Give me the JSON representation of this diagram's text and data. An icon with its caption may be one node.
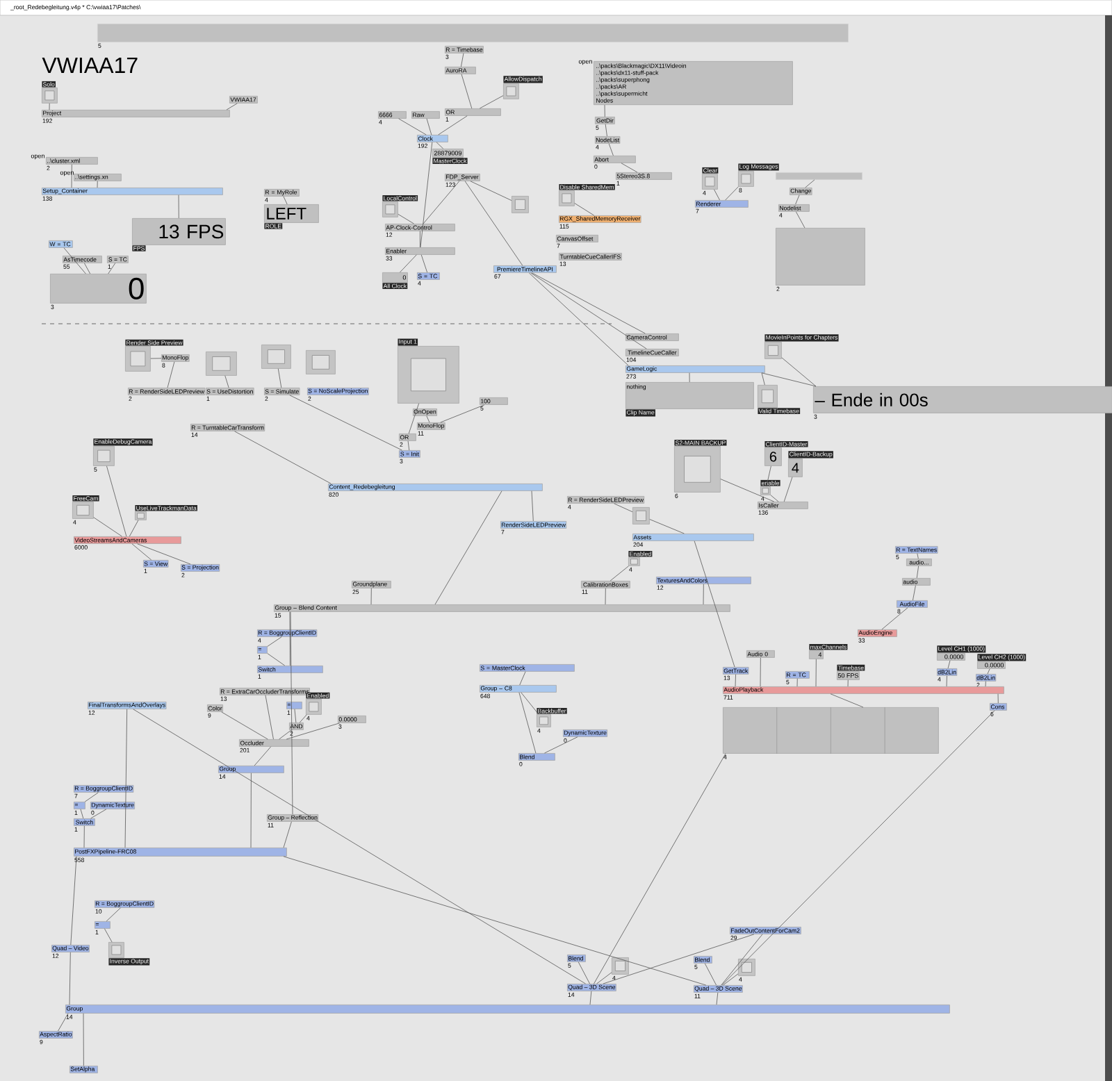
{
  "diagram": {
    "title": "_root_Redebegleitung.v4p * C:\\vwiaa17\\Patches\\",
    "nodes": [
      {
        "text": [
          "Solo"
        ]
      },
      {
        "text": [
          "Project"
        ],
        "beside": [
          "192"
        ]
      },
      {
        "text": [
          "VWIAA17"
        ]
      },
      {
        "text": [
          "..\\cluster.xml"
        ],
        "beside": [
          "2"
        ]
      },
      {
        "text": [
          "..\\settings.xn"
        ]
      },
      {
        "text": [
          "Setup_Container"
        ],
        "beside": [
          "138"
        ]
      },
      {
        "text": [
          "13 FPS",
          "FPS"
        ]
      },
      {
        "text": [
          "W = TC"
        ]
      },
      {
        "text": [
          "AsTimecode"
        ],
        "beside": [
          "55"
        ]
      },
      {
        "text": [
          "S = TC"
        ],
        "beside": [
          "1"
        ]
      },
      {
        "text": [
          "0"
        ],
        "beside": [
          "3"
        ]
      },
      {
        "text": [
          "R = MyRole"
        ],
        "beside": [
          "4"
        ]
      },
      {
        "text": [
          "LEFT",
          "ROLE"
        ]
      },
      {
        "text": [
          "R = Timebase"
        ],
        "beside": [
          "3"
        ]
      },
      {
        "text": [
          "AuroRA"
        ]
      },
      {
        "text": [
          "AllowDispatch"
        ]
      },
      {
        "text": [
          "6666"
        ],
        "beside": [
          "4"
        ]
      },
      {
        "text": [
          "Raw"
        ]
      },
      {
        "text": [
          "OR"
        ],
        "beside": [
          "1"
        ]
      },
      {
        "text": [
          "Clock"
        ],
        "beside": [
          "192"
        ]
      },
      {
        "text": [
          "28879009",
          "MasterClock"
        ]
      },
      {
        "text": [
          "FDP_Server"
        ],
        "beside": [
          "123"
        ]
      },
      {
        "text": [
          "LocalControl"
        ]
      },
      {
        "text": [
          "AP-Clock-Control"
        ],
        "beside": [
          "12"
        ]
      },
      {
        "text": [
          "Enabler"
        ],
        "beside": [
          "33"
        ]
      },
      {
        "text": [
          "0",
          "All Clock"
        ]
      },
      {
        "text": [
          "S = TC"
        ],
        "beside": [
          "4"
        ]
      },
      {
        "text": [],
        "shape": "box"
      },
      {
        "text": [
          "PremiereTimelineAPI"
        ],
        "beside": [
          "67"
        ]
      },
      {
        "text": [
          "..\\packs\\Blackmagic\\DX11\\Videoin",
          "..\\packs\\dx11-stuff-pack",
          "..\\packs\\superphong",
          "..\\packs\\AR",
          "..\\packs\\supermicht",
          "Nodes"
        ]
      },
      {
        "text": [
          "GetDir"
        ],
        "beside": [
          "5"
        ]
      },
      {
        "text": [
          "NodeList"
        ],
        "beside": [
          "4"
        ]
      },
      {
        "text": [
          "Abort"
        ],
        "beside": [
          "0"
        ]
      },
      {
        "text": [
          "5Stereo3S.8"
        ],
        "beside": [
          "1"
        ]
      },
      {
        "text": [
          "Disable SharedMem"
        ]
      },
      {
        "text": [
          "RGX_SharedMemoryReceiver"
        ],
        "beside": [
          "115"
        ]
      },
      {
        "text": [
          "CanvasOffset"
        ],
        "beside": [
          "7"
        ]
      },
      {
        "text": [
          "TurntableCueCallerIFS"
        ],
        "beside": [
          "13"
        ]
      },
      {
        "text": [
          "Clear"
        ],
        "beside": [
          "4"
        ]
      },
      {
        "text": [
          "Log Messages"
        ],
        "beside": [
          "8"
        ]
      },
      {
        "text": [
          "Renderer"
        ],
        "beside": [
          "7"
        ]
      },
      {
        "text": [],
        "shape": "bar"
      },
      {
        "text": [
          "Change"
        ]
      },
      {
        "text": [
          "Nodelist"
        ],
        "beside": [
          "4"
        ]
      },
      {
        "text": [],
        "shape": "box",
        "beside": [
          "2"
        ]
      },
      {
        "text": [
          "Render Side Preview"
        ]
      },
      {
        "text": [
          "MonoFlop"
        ],
        "beside": [
          "8"
        ]
      },
      {
        "text": [
          "R = RenderSideLEDPreview"
        ],
        "beside": [
          "2"
        ]
      },
      {
        "text": [],
        "shape": "box"
      },
      {
        "text": [
          "S = UseDistortion"
        ],
        "beside": [
          "1"
        ]
      },
      {
        "text": [],
        "shape": "box"
      },
      {
        "text": [
          "S = Simulate"
        ],
        "beside": [
          "2"
        ]
      },
      {
        "text": [],
        "shape": "box"
      },
      {
        "text": [
          "S = NoScaleProjection"
        ],
        "beside": [
          "2"
        ]
      },
      {
        "text": [
          "Input 1"
        ]
      },
      {
        "text": [
          "OnOpen"
        ]
      },
      {
        "text": [
          "MonoFlop"
        ],
        "beside": [
          "11"
        ]
      },
      {
        "text": [
          "100"
        ],
        "beside": [
          "5"
        ]
      },
      {
        "text": [
          "OR"
        ],
        "beside": [
          "2"
        ]
      },
      {
        "text": [
          "S = Init"
        ],
        "beside": [
          "3"
        ]
      },
      {
        "text": [
          "R = TurntableCarTransform"
        ],
        "beside": [
          "14"
        ]
      },
      {
        "text": [
          "EnableDebugCamera"
        ],
        "beside": [
          "5"
        ]
      },
      {
        "text": [
          "FreeCam"
        ],
        "beside": [
          "4"
        ]
      },
      {
        "text": [
          "UseLiveTrackmanData"
        ]
      },
      {
        "text": [
          "Content_Redebegleitung"
        ],
        "beside": [
          "820"
        ]
      },
      {
        "text": [
          "VideoStreamsAndCameras"
        ],
        "beside": [
          "6000"
        ]
      },
      {
        "text": [
          "S = View"
        ],
        "beside": [
          "1"
        ]
      },
      {
        "text": [
          "S = Projection"
        ],
        "beside": [
          "2"
        ]
      },
      {
        "text": [
          "RenderSideLEDPreview"
        ],
        "beside": [
          "7"
        ]
      },
      {
        "text": [
          "R = RenderSideLEDPreview"
        ],
        "beside": [
          "4"
        ]
      },
      {
        "text": [],
        "shape": "box"
      },
      {
        "text": [
          "Assets"
        ],
        "beside": [
          "204"
        ]
      },
      {
        "text": [
          "Enabled"
        ],
        "beside": [
          "4"
        ]
      },
      {
        "text": [
          "CalibrationBoxes"
        ],
        "beside": [
          "11"
        ]
      },
      {
        "text": [
          "TexturesAndColors"
        ],
        "beside": [
          "12"
        ]
      },
      {
        "text": [
          "Groundplane"
        ],
        "beside": [
          "25"
        ]
      },
      {
        "text": [
          "Group – Blend Content"
        ],
        "beside": [
          "15"
        ]
      },
      {
        "text": [
          "CameraControl"
        ]
      },
      {
        "text": [
          "TimelineCueCaller"
        ],
        "beside": [
          "104"
        ]
      },
      {
        "text": [
          "GameLogic"
        ],
        "beside": [
          "273"
        ]
      },
      {
        "text": [
          "nothing",
          "Clip Name"
        ]
      },
      {
        "text": [
          "Valid Timebase"
        ]
      },
      {
        "text": [
          "MovieInPoints for Chapters"
        ]
      },
      {
        "text": [
          "– Ende in 00s"
        ],
        "beside": [
          "3"
        ]
      },
      {
        "text": [
          "S2-MAIN BACKUP"
        ],
        "beside": [
          "6"
        ]
      },
      {
        "text": [
          "ClientID-Master",
          "6"
        ]
      },
      {
        "text": [
          "ClientID-Backup",
          "4"
        ]
      },
      {
        "text": [
          "enable"
        ],
        "beside": [
          "4"
        ]
      },
      {
        "text": [
          "IsCaller"
        ],
        "beside": [
          "136"
        ]
      },
      {
        "text": [
          "R = TextNames"
        ],
        "beside": [
          "5"
        ]
      },
      {
        "text": [
          "audio..."
        ]
      },
      {
        "text": [
          "audio"
        ]
      },
      {
        "text": [
          "AudioFile"
        ],
        "beside": [
          "8"
        ]
      },
      {
        "text": [
          "AudioEngine"
        ],
        "beside": [
          "33"
        ]
      },
      {
        "text": [
          "GetTrack"
        ],
        "beside": [
          "13"
        ]
      },
      {
        "text": [
          "Audio 0"
        ]
      },
      {
        "text": [
          "R = TC"
        ],
        "beside": [
          "5"
        ]
      },
      {
        "text": [
          "maxChannels",
          "4"
        ]
      },
      {
        "text": [
          "Timebase",
          "50 FPS"
        ]
      },
      {
        "text": [
          "Level CH1 (1000)",
          "0.0000"
        ]
      },
      {
        "text": [
          "Level CH2 (1000)",
          "0.0000"
        ]
      },
      {
        "text": [
          "dB2Lin"
        ],
        "beside": [
          "4"
        ]
      },
      {
        "text": [
          "dB2Lin"
        ],
        "beside": [
          "2"
        ]
      },
      {
        "text": [
          "AudioPlayback"
        ],
        "beside": [
          "711"
        ]
      },
      {
        "text": [],
        "shape": "box",
        "beside": [
          "4"
        ]
      },
      {
        "text": [
          "Cons"
        ],
        "beside": [
          "6"
        ]
      },
      {
        "text": [
          "R = BoggroupClientID"
        ],
        "beside": [
          "4"
        ]
      },
      {
        "text": [
          "="
        ],
        "beside": [
          "1"
        ]
      },
      {
        "text": [
          "Switch"
        ],
        "beside": [
          "1"
        ]
      },
      {
        "text": [
          "R = ExtraCarOccluderTransforms"
        ],
        "beside": [
          "13"
        ]
      },
      {
        "text": [
          "Color"
        ],
        "beside": [
          "9"
        ]
      },
      {
        "text": [
          "="
        ],
        "beside": [
          "1"
        ]
      },
      {
        "text": [
          "Enabled"
        ],
        "beside": [
          "4"
        ]
      },
      {
        "text": [
          "AND"
        ],
        "beside": [
          "2"
        ]
      },
      {
        "text": [
          "0.0000"
        ],
        "beside": [
          "3"
        ]
      },
      {
        "text": [
          "Occluder"
        ],
        "beside": [
          "201"
        ]
      },
      {
        "text": [
          "Group"
        ],
        "beside": [
          "14"
        ]
      },
      {
        "text": [
          "Group – Reflection"
        ],
        "beside": [
          "11"
        ]
      },
      {
        "text": [
          "FinalTransformsAndOverlays"
        ],
        "beside": [
          "12"
        ]
      },
      {
        "text": [
          "R = BoggroupClientID"
        ],
        "beside": [
          "7"
        ]
      },
      {
        "text": [
          "="
        ],
        "beside": [
          "1"
        ]
      },
      {
        "text": [
          "DynamicTexture"
        ],
        "beside": [
          "0"
        ]
      },
      {
        "text": [
          "Switch"
        ],
        "beside": [
          "1"
        ]
      },
      {
        "text": [
          "PostFXPipeline-FRC08"
        ],
        "beside": [
          "558"
        ]
      },
      {
        "text": [
          "R = BoggroupClientID"
        ],
        "beside": [
          "10"
        ]
      },
      {
        "text": [
          "="
        ],
        "beside": [
          "1"
        ]
      },
      {
        "text": [
          "Inverse Output"
        ]
      },
      {
        "text": [
          "Quad – Video"
        ],
        "beside": [
          "12"
        ]
      },
      {
        "text": [
          "Group"
        ],
        "beside": [
          "14"
        ]
      },
      {
        "text": [
          "AspectRatio"
        ],
        "beside": [
          "9"
        ]
      },
      {
        "text": [
          "SetAlpha"
        ]
      },
      {
        "text": [
          "S = MasterClock"
        ]
      },
      {
        "text": [
          "Group – C8"
        ],
        "beside": [
          "648"
        ]
      },
      {
        "text": [
          "Backbuffer"
        ],
        "beside": [
          "4"
        ]
      },
      {
        "text": [
          "DynamicTexture"
        ],
        "beside": [
          "0"
        ]
      },
      {
        "text": [
          "Blend"
        ],
        "beside": [
          "0"
        ]
      },
      {
        "text": [
          "FadeOutContentForCam2"
        ],
        "beside": [
          "29"
        ]
      },
      {
        "text": [
          "Blend"
        ],
        "beside": [
          "5"
        ]
      },
      {
        "text": [],
        "shape": "box",
        "beside": [
          "4"
        ]
      },
      {
        "text": [
          "Quad – 3D Scene"
        ],
        "beside": [
          "14"
        ]
      },
      {
        "text": [
          "Blend"
        ],
        "beside": [
          "5"
        ]
      },
      {
        "text": [],
        "shape": "box",
        "beside": [
          "4"
        ]
      },
      {
        "text": [
          "Quad – 3D Scene"
        ],
        "beside": [
          "11"
        ]
      },
      {
        "text": [],
        "shape": "bar",
        "beside": [
          "5"
        ]
      }
    ],
    "edges": [
      {
        "from": 0,
        "to": 1,
        "arrow": "none"
      },
      {
        "from": 2,
        "to": 1,
        "arrow": "none"
      },
      {
        "from": 3,
        "to": 5,
        "arrow": "none"
      },
      {
        "from": 4,
        "to": 5,
        "arrow": "none"
      },
      {
        "from": 5,
        "to": 6,
        "arrow": "none"
      },
      {
        "from": 7,
        "to": 10,
        "arrow": "none"
      },
      {
        "from": 8,
        "to": 10,
        "arrow": "none"
      },
      {
        "from": 9,
        "to": 10,
        "arrow": "none"
      },
      {
        "from": 11,
        "to": 12,
        "arrow": "none"
      },
      {
        "from": 13,
        "to": 14,
        "arrow": "none"
      },
      {
        "from": 14,
        "to": 18,
        "arrow": "none"
      },
      {
        "from": 15,
        "to": 18,
        "arrow": "none"
      },
      {
        "from": 16,
        "to": 19,
        "arrow": "none"
      },
      {
        "from": 17,
        "to": 19,
        "arrow": "none"
      },
      {
        "from": 18,
        "to": 19,
        "arrow": "none"
      },
      {
        "from": 19,
        "to": 20,
        "arrow": "none"
      },
      {
        "from": 21,
        "to": 23,
        "arrow": "none"
      },
      {
        "from": 22,
        "to": 23,
        "arrow": "none"
      },
      {
        "from": 23,
        "to": 24,
        "arrow": "none"
      },
      {
        "from": 24,
        "to": 25,
        "arrow": "none"
      },
      {
        "from": 24,
        "to": 26,
        "arrow": "none"
      },
      {
        "from": 21,
        "to": 27,
        "arrow": "none"
      },
      {
        "from": 21,
        "to": 28,
        "arrow": "none"
      },
      {
        "from": 19,
        "to": 24,
        "arrow": "none"
      },
      {
        "from": 29,
        "to": 30,
        "arrow": "none"
      },
      {
        "from": 30,
        "to": 31,
        "arrow": "none"
      },
      {
        "from": 31,
        "to": 32,
        "arrow": "none"
      },
      {
        "from": 32,
        "to": 33,
        "arrow": "none"
      },
      {
        "from": 34,
        "to": 35,
        "arrow": "none"
      },
      {
        "from": 38,
        "to": 40,
        "arrow": "none"
      },
      {
        "from": 39,
        "to": 40,
        "arrow": "none"
      },
      {
        "from": 41,
        "to": 42,
        "arrow": "none"
      },
      {
        "from": 42,
        "to": 43,
        "arrow": "none"
      },
      {
        "from": 43,
        "to": 44,
        "arrow": "none"
      },
      {
        "from": 45,
        "to": 46,
        "arrow": "none"
      },
      {
        "from": 46,
        "to": 47,
        "arrow": "none"
      },
      {
        "from": 48,
        "to": 49,
        "arrow": "none"
      },
      {
        "from": 50,
        "to": 51,
        "arrow": "none"
      },
      {
        "from": 51,
        "to": 59,
        "arrow": "none"
      },
      {
        "from": 54,
        "to": 58,
        "arrow": "none"
      },
      {
        "from": 55,
        "to": 56,
        "arrow": "none"
      },
      {
        "from": 56,
        "to": 57,
        "arrow": "none"
      },
      {
        "from": 58,
        "to": 59,
        "arrow": "none"
      },
      {
        "from": 60,
        "to": 64,
        "arrow": "none"
      },
      {
        "from": 28,
        "to": 77,
        "arrow": "none"
      },
      {
        "from": 28,
        "to": 78,
        "arrow": "none"
      },
      {
        "from": 28,
        "to": 79,
        "arrow": "none"
      },
      {
        "from": 79,
        "to": 80,
        "arrow": "none"
      },
      {
        "from": 79,
        "to": 81,
        "arrow": "none"
      },
      {
        "from": 82,
        "to": 83,
        "arrow": "none"
      },
      {
        "from": 79,
        "to": 83,
        "arrow": "none"
      },
      {
        "from": 84,
        "to": 88,
        "arrow": "none"
      },
      {
        "from": 85,
        "to": 87,
        "arrow": "none"
      },
      {
        "from": 86,
        "to": 88,
        "arrow": "none"
      },
      {
        "from": 87,
        "to": 88,
        "arrow": "none"
      },
      {
        "from": 69,
        "to": 70,
        "arrow": "none"
      },
      {
        "from": 70,
        "to": 71,
        "arrow": "none"
      },
      {
        "from": 72,
        "to": 73,
        "arrow": "none"
      },
      {
        "from": 71,
        "to": 94,
        "arrow": "none"
      },
      {
        "from": 73,
        "to": 76,
        "arrow": "none"
      },
      {
        "from": 74,
        "to": 76,
        "arrow": "none"
      },
      {
        "from": 75,
        "to": 76,
        "arrow": "none"
      },
      {
        "from": 64,
        "to": 76,
        "arrow": "none"
      },
      {
        "from": 64,
        "to": 68,
        "arrow": "none"
      },
      {
        "from": 61,
        "to": 65,
        "arrow": "none"
      },
      {
        "from": 62,
        "to": 65,
        "arrow": "none"
      },
      {
        "from": 63,
        "to": 65,
        "arrow": "none"
      },
      {
        "from": 65,
        "to": 66,
        "arrow": "none"
      },
      {
        "from": 65,
        "to": 67,
        "arrow": "none"
      },
      {
        "from": 89,
        "to": 90,
        "arrow": "none"
      },
      {
        "from": 90,
        "to": 91,
        "arrow": "none"
      },
      {
        "from": 91,
        "to": 92,
        "arrow": "none"
      },
      {
        "from": 92,
        "to": 93,
        "arrow": "none"
      },
      {
        "from": 94,
        "to": 103,
        "arrow": "none"
      },
      {
        "from": 95,
        "to": 103,
        "arrow": "none"
      },
      {
        "from": 96,
        "to": 103,
        "arrow": "none"
      },
      {
        "from": 97,
        "to": 103,
        "arrow": "none"
      },
      {
        "from": 98,
        "to": 103,
        "arrow": "none"
      },
      {
        "from": 99,
        "to": 101,
        "arrow": "none"
      },
      {
        "from": 100,
        "to": 102,
        "arrow": "none"
      },
      {
        "from": 101,
        "to": 103,
        "arrow": "none"
      },
      {
        "from": 102,
        "to": 103,
        "arrow": "none"
      },
      {
        "from": 103,
        "to": 104,
        "arrow": "none"
      },
      {
        "from": 103,
        "to": 105,
        "arrow": "none"
      },
      {
        "from": 106,
        "to": 107,
        "arrow": "none"
      },
      {
        "from": 107,
        "to": 108,
        "arrow": "none"
      },
      {
        "from": 108,
        "to": 76,
        "arrow": "none"
      },
      {
        "from": 109,
        "to": 115,
        "arrow": "none"
      },
      {
        "from": 110,
        "to": 115,
        "arrow": "none"
      },
      {
        "from": 111,
        "to": 113,
        "arrow": "none"
      },
      {
        "from": 112,
        "to": 113,
        "arrow": "none"
      },
      {
        "from": 113,
        "to": 115,
        "arrow": "none"
      },
      {
        "from": 114,
        "to": 115,
        "arrow": "none"
      },
      {
        "from": 115,
        "to": 116,
        "arrow": "none"
      },
      {
        "from": 116,
        "to": 123,
        "arrow": "none"
      },
      {
        "from": 117,
        "to": 123,
        "arrow": "none"
      },
      {
        "from": 118,
        "to": 123,
        "arrow": "none"
      },
      {
        "from": 119,
        "to": 120,
        "arrow": "none"
      },
      {
        "from": 120,
        "to": 122,
        "arrow": "none"
      },
      {
        "from": 121,
        "to": 122,
        "arrow": "none"
      },
      {
        "from": 122,
        "to": 123,
        "arrow": "none"
      },
      {
        "from": 123,
        "to": 127,
        "arrow": "none"
      },
      {
        "from": 124,
        "to": 125,
        "arrow": "none"
      },
      {
        "from": 125,
        "to": 126,
        "arrow": "none"
      },
      {
        "from": 127,
        "to": 128,
        "arrow": "none"
      },
      {
        "from": 128,
        "to": 129,
        "arrow": "none"
      },
      {
        "from": 128,
        "to": 130,
        "arrow": "none"
      },
      {
        "from": 131,
        "to": 132,
        "arrow": "none"
      },
      {
        "from": 133,
        "to": 132,
        "arrow": "none"
      },
      {
        "from": 134,
        "to": 135,
        "arrow": "none"
      },
      {
        "from": 132,
        "to": 135,
        "arrow": "none"
      },
      {
        "from": 136,
        "to": 139,
        "arrow": "none"
      },
      {
        "from": 136,
        "to": 142,
        "arrow": "none"
      },
      {
        "from": 137,
        "to": 139,
        "arrow": "none"
      },
      {
        "from": 138,
        "to": 139,
        "arrow": "none"
      },
      {
        "from": 140,
        "to": 142,
        "arrow": "none"
      },
      {
        "from": 141,
        "to": 142,
        "arrow": "none"
      },
      {
        "from": 139,
        "to": 128,
        "arrow": "none"
      },
      {
        "from": 142,
        "to": 128,
        "arrow": "none"
      },
      {
        "from": 104,
        "to": 139,
        "arrow": "none"
      },
      {
        "from": 105,
        "to": 142,
        "arrow": "none"
      },
      {
        "from": 76,
        "to": 117,
        "arrow": "none"
      },
      {
        "from": 118,
        "to": 139,
        "arrow": "none"
      },
      {
        "from": 123,
        "to": 142,
        "arrow": "none"
      }
    ],
    "labels": [
      "VWIAA17",
      "open",
      "open",
      "open"
    ]
  }
}
